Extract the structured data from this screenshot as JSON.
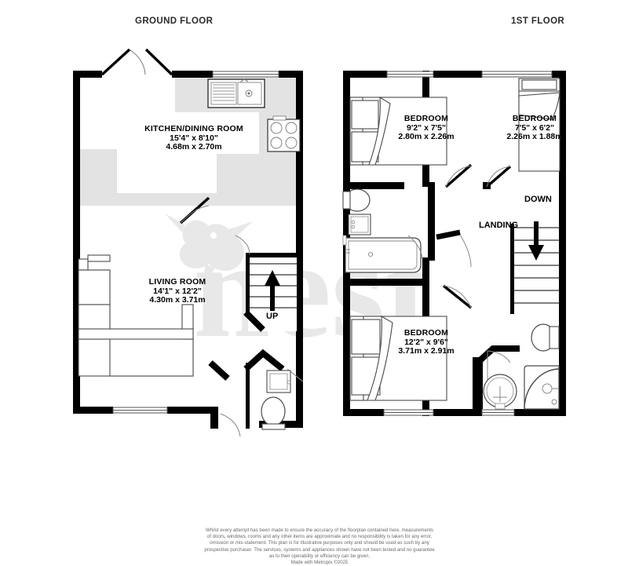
{
  "titles": {
    "ground": "GROUND FLOOR",
    "first": "1ST FLOOR"
  },
  "rooms": {
    "kitchen": {
      "name": "KITCHEN/DINING ROOM",
      "imperial": "15'4\"  x 8'10\"",
      "metric": "4.68m  x 2.70m"
    },
    "living": {
      "name": "LIVING ROOM",
      "imperial": "14'1\"  x 12'2\"",
      "metric": "4.30m  x 3.71m"
    },
    "bedroom1": {
      "name": "BEDROOM",
      "imperial": "9'2\"  x 7'5\"",
      "metric": "2.80m  x 2.26m"
    },
    "bedroom2": {
      "name": "BEDROOM",
      "imperial": "7'5\"  x 6'2\"",
      "metric": "2.26m  x 1.88m"
    },
    "bedroom3": {
      "name": "BEDROOM",
      "imperial": "12'2\"  x 9'6\"",
      "metric": "3.71m  x 2.91m"
    }
  },
  "markers": {
    "up": "UP",
    "down": "DOWN",
    "landing": "LANDING"
  },
  "watermark": {
    "text": "nest"
  },
  "disclaimer": {
    "line1": "Whilst every attempt has been made to ensure the accuracy of the floorplan contained here, measurements",
    "line2": "of doors, windows, rooms and any other items are approximate and no responsibility is taken for any error,",
    "line3": "omission or mis-statement. This plan is for illustrative purposes only and should be used as such by any",
    "line4": "prospective purchaser. The services, systems and appliances shown have not been tested and no guarantee",
    "line5": "as to their operability or efficiency can be given.",
    "made": "Made with Metropix ©2025"
  },
  "colors": {
    "wall": "#000000",
    "furniture_outline": "#4a4a4a",
    "counter_fill": "#e3e3e3",
    "watermark": "#e6e6e6",
    "text": "#000000",
    "disclaimer_text": "#6a6a6a"
  },
  "icons": {
    "sink": "sink-icon",
    "hob": "hob-icon",
    "toilet": "toilet-icon",
    "basin": "basin-icon",
    "bath": "bath-icon",
    "shower": "corner-shower-icon",
    "bed": "bed-icon",
    "sofa": "sofa-icon",
    "stairs_up": "stairs-up-arrow-icon",
    "stairs_down": "stairs-down-arrow-icon"
  }
}
